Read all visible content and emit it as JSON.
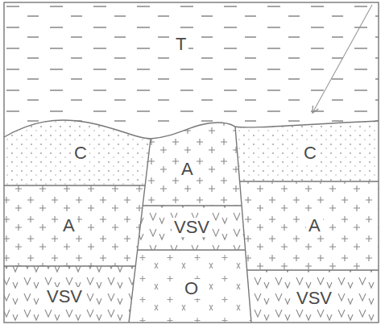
{
  "diagram": {
    "nodes": [
      {
        "text": [
          "T"
        ]
      },
      {
        "text": [
          "C"
        ]
      },
      {
        "text": [
          "A"
        ]
      },
      {
        "text": [
          "C"
        ]
      },
      {
        "text": [
          "A"
        ]
      },
      {
        "text": [
          "VSV"
        ]
      },
      {
        "text": [
          "A"
        ]
      },
      {
        "text": [
          "VSV"
        ]
      },
      {
        "text": [
          "O"
        ]
      },
      {
        "text": [
          "VSV"
        ]
      }
    ]
  }
}
